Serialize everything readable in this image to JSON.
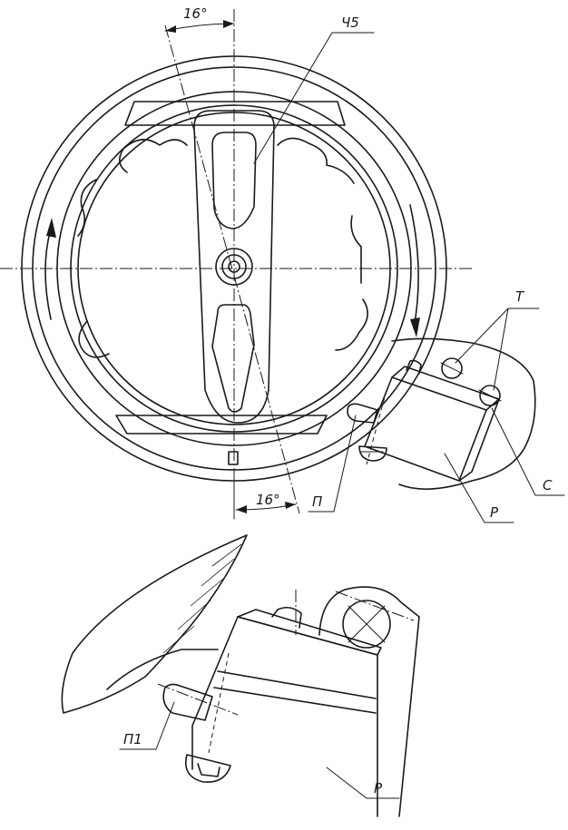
{
  "labels": {
    "ch5": "Ч5",
    "t": "Т",
    "s": "С",
    "p": "П",
    "r_top": "Р",
    "p1": "П1",
    "r_bottom": "Р"
  },
  "dimensions": {
    "angle_top": "16°",
    "angle_bottom": "16°"
  }
}
